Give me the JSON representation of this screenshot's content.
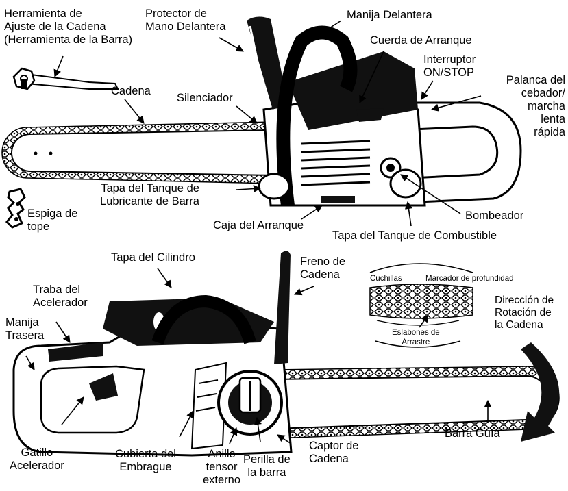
{
  "labels": {
    "bar_tool": "Herramienta de\nAjuste de la Cadena\n(Herramienta de la Barra)",
    "front_hand_guard": "Protector de\nMano Delantera",
    "front_handle": "Manija Delantera",
    "starter_rope": "Cuerda de Arranque",
    "on_stop_switch": "Interruptor\nON/STOP",
    "choke_lever": "Palanca del\ncebador/\nmarcha\nlenta\nrápida",
    "chain": "Cadena",
    "muffler": "Silenciador",
    "oil_cap": "Tapa del Tanque de\nLubricante de Barra",
    "bumper_spike": "Espiga de\ntope",
    "starter_housing": "Caja del Arranque",
    "primer": "Bombeador",
    "fuel_cap": "Tapa del Tanque de Combustible",
    "cylinder_cover": "Tapa del Cilindro",
    "chain_brake": "Freno de\nCadena",
    "throttle_lockout": "Traba del\nAcelerador",
    "rear_handle": "Manija\nTrasera",
    "cutters": "Cuchillas",
    "depth_gauge": "Marcador de profundidad",
    "drive_links": "Eslabones de\nArrastre",
    "chain_direction": "Dirección de\nRotación de\nla Cadena",
    "throttle_trigger": "Gatillo\nAcelerador",
    "clutch_cover": "Cubierta del\nEmbrague",
    "tension_ring": "Anillo\ntensor\nexterno",
    "bar_knob": "Perilla de\nla barra",
    "chain_catcher": "Captor de\nCadena",
    "guide_bar": "Barra Guía"
  }
}
